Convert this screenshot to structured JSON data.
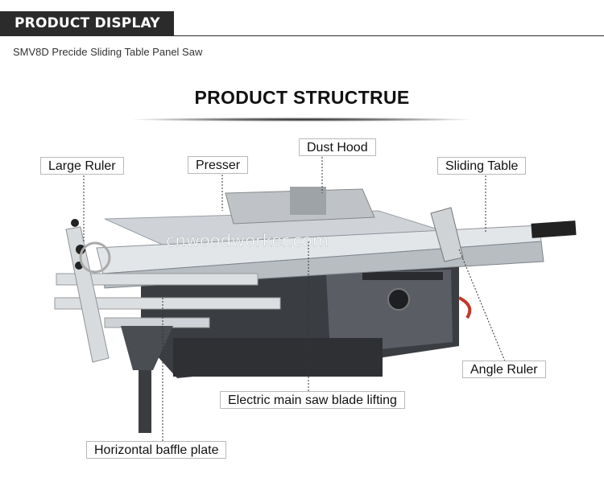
{
  "header": {
    "title": "PRODUCT DISPLAY"
  },
  "subtitle": "SMV8D Precide Sliding Table Panel Saw",
  "main_title": "PRODUCT STRUCTRUE",
  "watermark": "cnwoodworker.com",
  "labels": {
    "large_ruler": "Large Ruler",
    "presser": "Presser",
    "dust_hood": "Dust Hood",
    "sliding_table": "Sliding Table",
    "angle_ruler": "Angle Ruler",
    "blade_lifting": "Electric main saw blade lifting",
    "baffle_plate": "Horizontal baffle plate"
  },
  "colors": {
    "header_bg": "#2b2b2b",
    "machine_body": "#3a3d42",
    "aluminum": "#d7dadd",
    "accent_red": "#c0392b"
  }
}
